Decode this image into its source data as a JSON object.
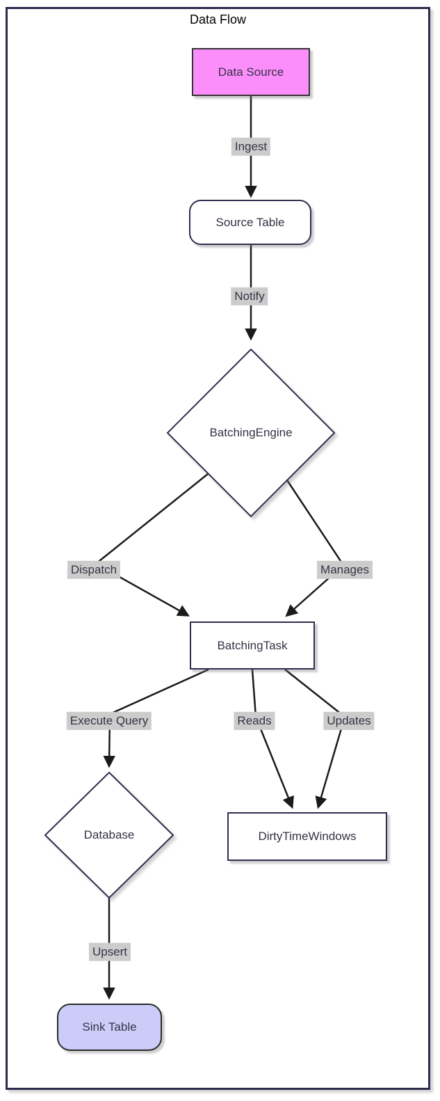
{
  "diagram": {
    "title": "Data Flow",
    "type": "flowchart",
    "nodes": {
      "data_source": {
        "label": "Data Source",
        "shape": "rectangle",
        "fill": "#fc8efc"
      },
      "source_table": {
        "label": "Source Table",
        "shape": "rounded",
        "fill": "#ffffff"
      },
      "batching_engine": {
        "label": "BatchingEngine",
        "shape": "diamond",
        "fill": "#ffffff"
      },
      "batching_task": {
        "label": "BatchingTask",
        "shape": "rectangle",
        "fill": "#ffffff"
      },
      "database": {
        "label": "Database",
        "shape": "diamond",
        "fill": "#ffffff"
      },
      "dirty_time_windows": {
        "label": "DirtyTimeWindows",
        "shape": "rectangle",
        "fill": "#ffffff"
      },
      "sink_table": {
        "label": "Sink Table",
        "shape": "rounded",
        "fill": "#ccccf9"
      }
    },
    "edges": {
      "ingest": {
        "from": "Data Source",
        "to": "Source Table",
        "label": "Ingest"
      },
      "notify": {
        "from": "Source Table",
        "to": "BatchingEngine",
        "label": "Notify"
      },
      "dispatch": {
        "from": "BatchingEngine",
        "to": "BatchingTask",
        "label": "Dispatch"
      },
      "manages": {
        "from": "BatchingEngine",
        "to": "BatchingTask",
        "label": "Manages"
      },
      "execute_query": {
        "from": "BatchingTask",
        "to": "Database",
        "label": "Execute Query"
      },
      "reads": {
        "from": "BatchingTask",
        "to": "DirtyTimeWindows",
        "label": "Reads"
      },
      "updates": {
        "from": "BatchingTask",
        "to": "DirtyTimeWindows",
        "label": "Updates"
      },
      "upsert": {
        "from": "Database",
        "to": "Sink Table",
        "label": "Upsert"
      }
    },
    "colors": {
      "frame_border": "#2b2b4e",
      "node_border": "#2e2e4e",
      "edge_line": "#1a1a1a",
      "edge_label_bg": "#cccccc",
      "text": "#333344",
      "data_source_fill": "#fc8efc",
      "sink_table_fill": "#ccccf9",
      "background": "#ffffff"
    }
  }
}
